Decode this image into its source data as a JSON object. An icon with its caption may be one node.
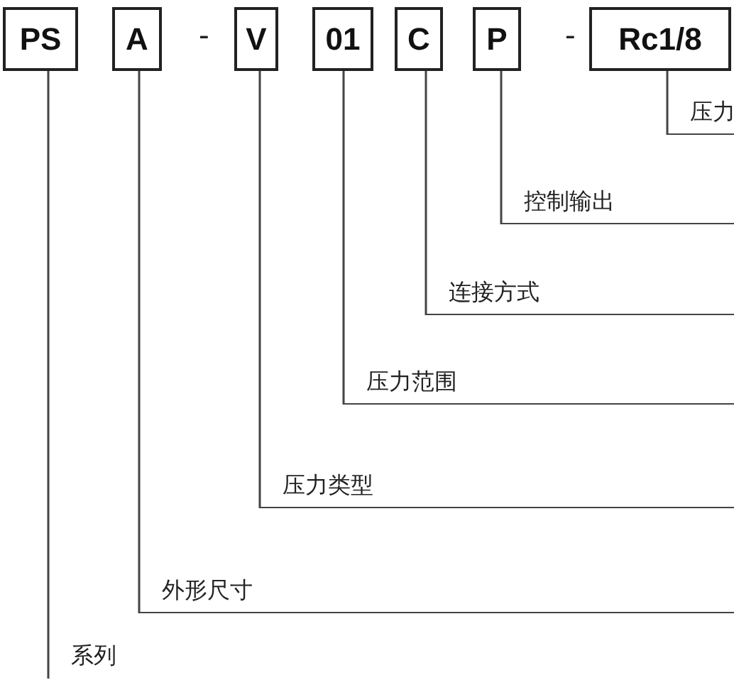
{
  "diagram": {
    "nodes": [
      {
        "text": [
          "PS"
        ]
      },
      {
        "text": [
          "A"
        ]
      },
      {
        "text": [
          "V"
        ]
      },
      {
        "text": [
          "01"
        ]
      },
      {
        "text": [
          "C"
        ]
      },
      {
        "text": [
          "P"
        ]
      },
      {
        "text": [
          "Rc1/8"
        ]
      },
      {
        "text": [
          "压力"
        ]
      },
      {
        "text": [
          "控制输出"
        ]
      },
      {
        "text": [
          "连接方式"
        ]
      },
      {
        "text": [
          "压力范围"
        ]
      },
      {
        "text": [
          "压力类型"
        ]
      },
      {
        "text": [
          "外形尺寸"
        ]
      },
      {
        "text": [
          "系列"
        ]
      }
    ],
    "edges": [
      {
        "from": 6,
        "to": 7,
        "arrow": "none"
      },
      {
        "from": 5,
        "to": 8,
        "arrow": "none"
      },
      {
        "from": 4,
        "to": 9,
        "arrow": "none"
      },
      {
        "from": 3,
        "to": 10,
        "arrow": "none"
      },
      {
        "from": 2,
        "to": 11,
        "arrow": "none"
      },
      {
        "from": 1,
        "to": 12,
        "arrow": "none"
      },
      {
        "from": 0,
        "to": 13,
        "arrow": "none"
      }
    ],
    "labels": [
      "-",
      "-"
    ]
  }
}
